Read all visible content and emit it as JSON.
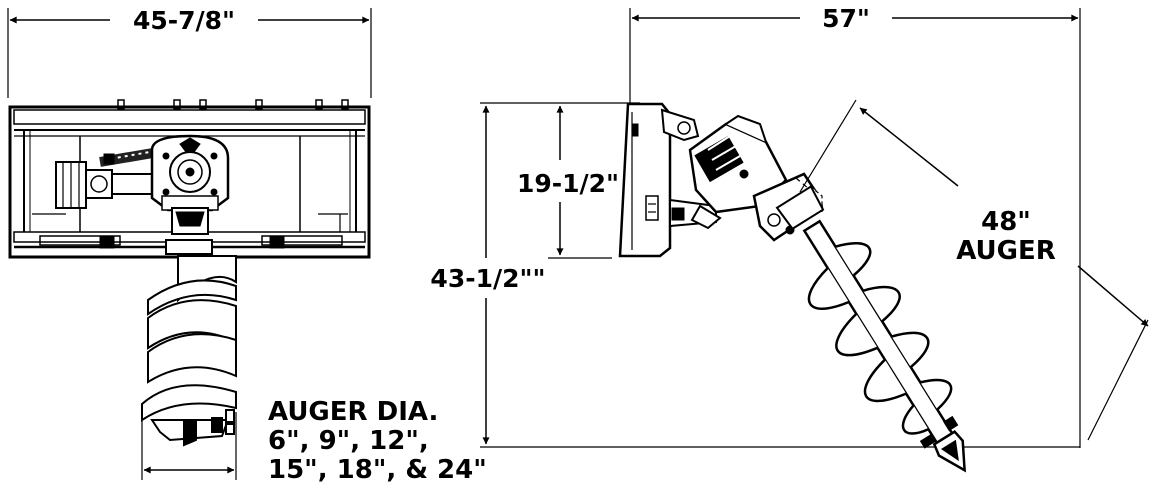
{
  "dimensions": {
    "front_width": "45-7/8\"",
    "side_length": "57\"",
    "mount_height": "19-1/2\"",
    "overall_height": "43-1/2\"\"",
    "auger_length_value": "48\"",
    "auger_length_label": "AUGER",
    "auger_diameter_heading": "AUGER DIA.",
    "auger_diameter_sizes_line1": "6\", 9\", 12\",",
    "auger_diameter_sizes_line2": "15\", 18\", & 24\""
  }
}
